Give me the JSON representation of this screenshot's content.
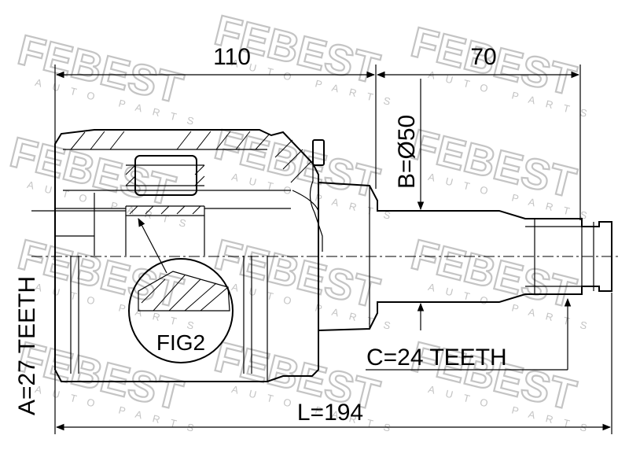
{
  "watermark": {
    "brand": "FEBEST",
    "sub": "AUTO PARTS",
    "color": "#c4c4c4"
  },
  "dimensions": {
    "length_housing": "110",
    "length_shaft": "70",
    "diameter_b": "B=Ø50",
    "teeth_a": "A=27 TEETH",
    "teeth_c": "C=24 TEETH",
    "length_total": "L=194"
  },
  "callout": {
    "label": "FIG2"
  },
  "colors": {
    "line": "#000000",
    "background": "#ffffff"
  }
}
